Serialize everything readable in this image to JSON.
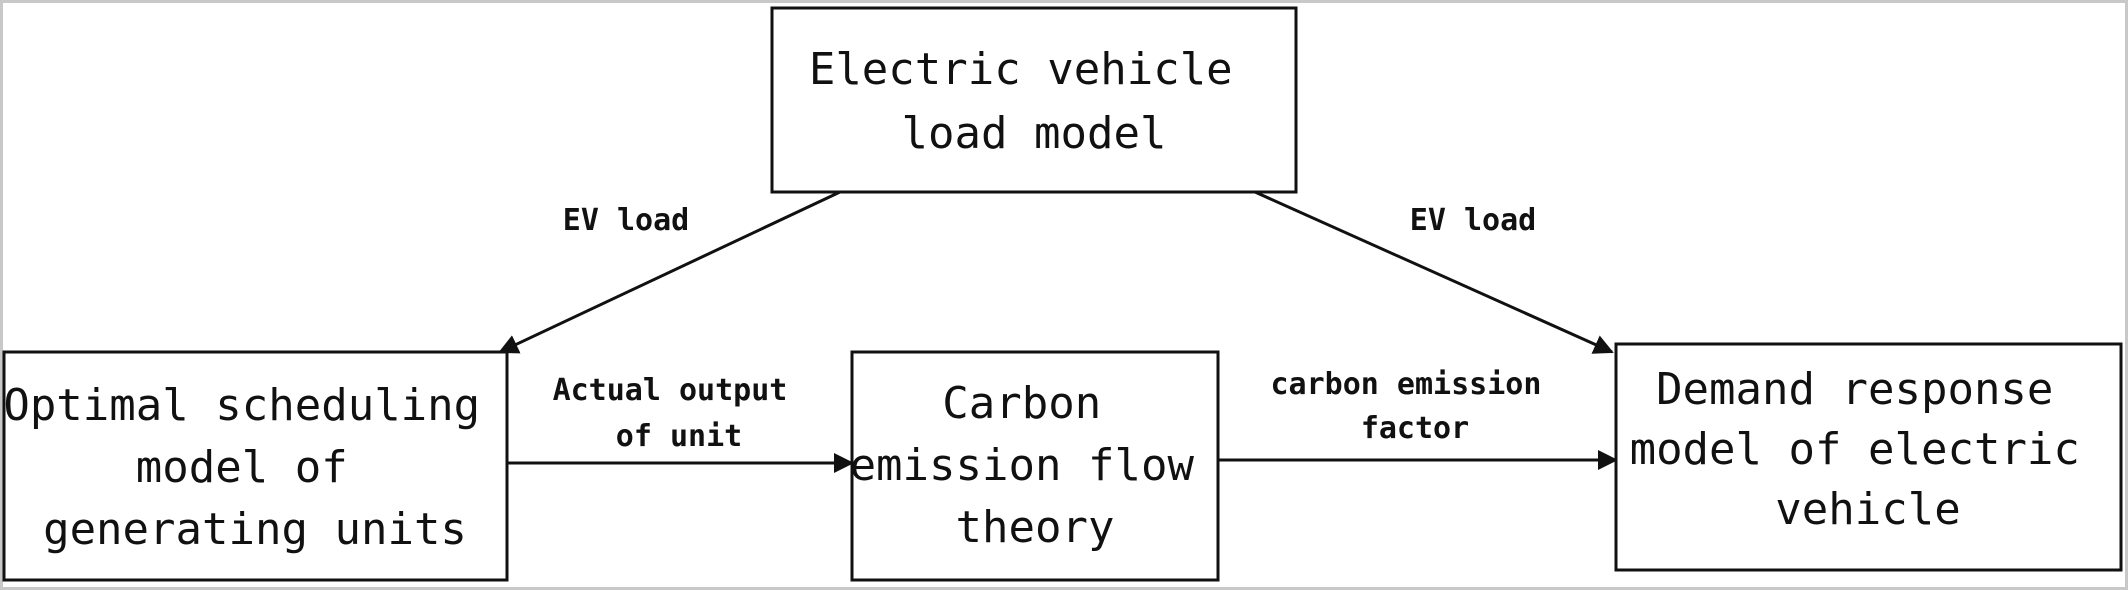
{
  "nodes": {
    "ev_load_model": {
      "lines": [
        "Electric vehicle",
        "load model"
      ]
    },
    "optimal_scheduling": {
      "lines": [
        "Optimal scheduling",
        "model of",
        "generating units"
      ]
    },
    "carbon_flow": {
      "lines": [
        "Carbon",
        "emission flow",
        "theory"
      ]
    },
    "demand_response": {
      "lines": [
        "Demand response",
        "model of electric",
        "vehicle"
      ]
    }
  },
  "edges": {
    "ev_to_scheduling": {
      "lines": [
        "EV load"
      ]
    },
    "ev_to_demand": {
      "lines": [
        "EV load"
      ]
    },
    "scheduling_to_carbon": {
      "lines": [
        "Actual output",
        "of unit"
      ]
    },
    "carbon_to_demand": {
      "lines": [
        "carbon emission",
        "factor"
      ]
    }
  },
  "colors": {
    "stroke": "#111111",
    "background": "#ffffff",
    "frame": "#c8c8c8"
  }
}
